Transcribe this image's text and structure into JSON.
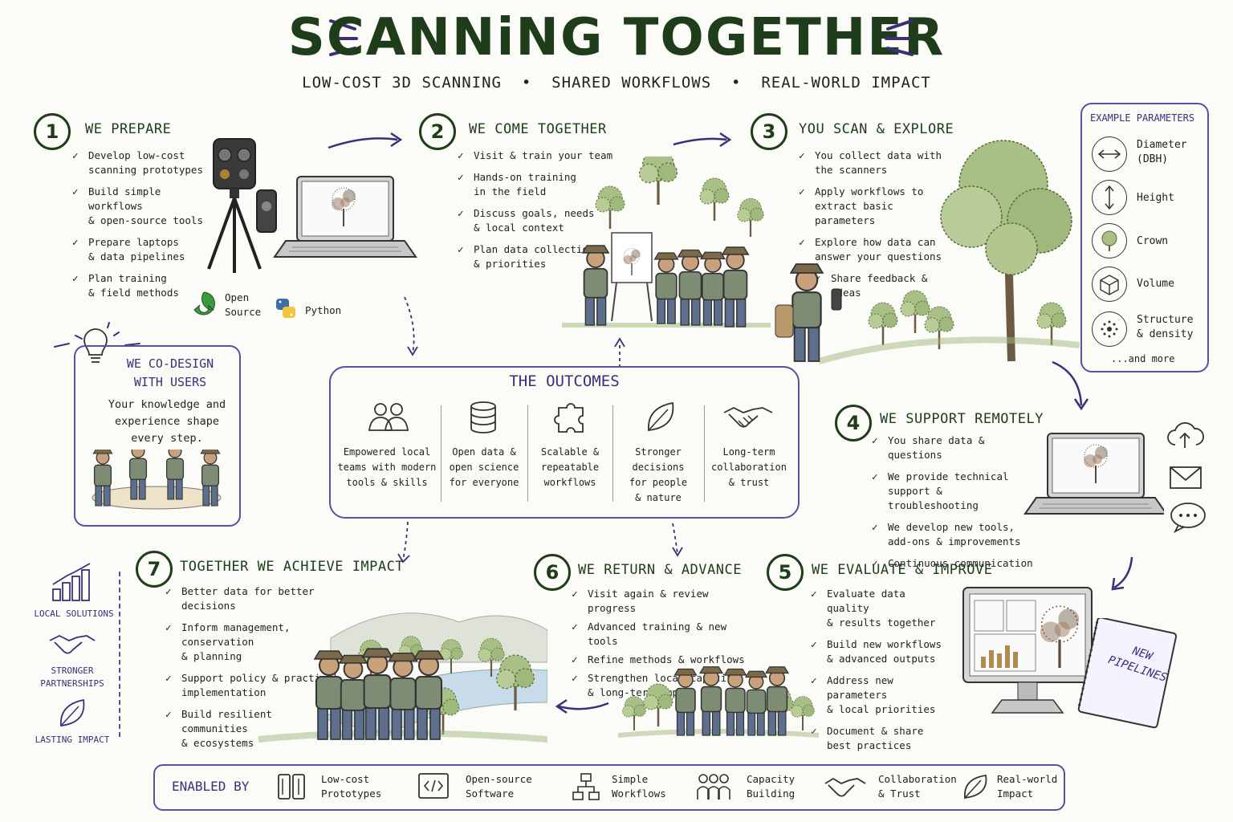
{
  "header": {
    "title": "SCANNiNG TOGETHER",
    "subtitle": "LOW-COST 3D SCANNING  •  SHARED WORKFLOWS  •  REAL-WORLD IMPACT"
  },
  "steps": [
    {
      "number": "1",
      "title": "WE PREPARE",
      "items": [
        "Develop low-cost\nscanning prototypes",
        "Build simple workflows\n& open-source tools",
        "Prepare laptops\n& data pipelines",
        "Plan training\n& field methods"
      ]
    },
    {
      "number": "2",
      "title": "WE COME TOGETHER",
      "items": [
        "Visit & train your team",
        "Hands-on training\nin the field",
        "Discuss goals, needs\n& local context",
        "Plan data collection\n& priorities"
      ]
    },
    {
      "number": "3",
      "title": "YOU SCAN & EXPLORE",
      "items": [
        "You collect data with\nthe scanners",
        "Apply workflows to\nextract basic parameters",
        "Explore how data can\nanswer your questions",
        "Share feedback & ideas"
      ]
    },
    {
      "number": "4",
      "title": "WE SUPPORT REMOTELY",
      "items": [
        "You share data & questions",
        "We provide technical\nsupport & troubleshooting",
        "We develop new tools,\nadd-ons & improvements",
        "Continuous communication"
      ]
    },
    {
      "number": "5",
      "title": "WE EVALUATE & IMPROVE",
      "items": [
        "Evaluate data quality\n& results together",
        "Build new workflows\n& advanced outputs",
        "Address new parameters\n& local priorities",
        "Document & share\nbest practices"
      ]
    },
    {
      "number": "6",
      "title": "WE RETURN & ADVANCE",
      "items": [
        "Visit again & review progress",
        "Advanced training & new tools",
        "Refine methods & workflows",
        "Strengthen local capacity\n& long-term impact"
      ]
    },
    {
      "number": "7",
      "title": "TOGETHER WE ACHIEVE IMPACT",
      "items": [
        "Better data for better decisions",
        "Inform management, conservation\n& planning",
        "Support policy & practical\nimplementation",
        "Build resilient communities\n& ecosystems"
      ]
    }
  ],
  "tools": {
    "open_source": "Open\nSource",
    "python": "Python"
  },
  "codesign": {
    "title": "WE CO-DESIGN\nWITH USERS",
    "text": "Your knowledge and\nexperience shape\nevery step."
  },
  "outcomes": {
    "title": "THE OUTCOMES",
    "items": [
      {
        "icon": "people-icon",
        "label": "Empowered local\nteams with modern\ntools & skills"
      },
      {
        "icon": "database-icon",
        "label": "Open data &\nopen science\nfor everyone"
      },
      {
        "icon": "puzzle-icon",
        "label": "Scalable &\nrepeatable\nworkflows"
      },
      {
        "icon": "leaf-icon",
        "label": "Stronger decisions\nfor people\n& nature"
      },
      {
        "icon": "handshake-icon",
        "label": "Long-term\ncollaboration\n& trust"
      }
    ]
  },
  "parameters": {
    "title": "EXAMPLE PARAMETERS",
    "items": [
      {
        "icon": "diameter-icon",
        "label": "Diameter\n(DBH)"
      },
      {
        "icon": "height-icon",
        "label": "Height"
      },
      {
        "icon": "crown-icon",
        "label": "Crown"
      },
      {
        "icon": "volume-icon",
        "label": "Volume"
      },
      {
        "icon": "structure-icon",
        "label": "Structure\n& density"
      }
    ],
    "more": "...and more"
  },
  "notebook": "NEW\nPIPELINES",
  "impact_side": [
    {
      "icon": "bar-chart-icon",
      "label": "LOCAL SOLUTIONS"
    },
    {
      "icon": "handshake-icon",
      "label": "STRONGER\nPARTNERSHIPS"
    },
    {
      "icon": "leaf-icon",
      "label": "LASTING IMPACT"
    }
  ],
  "enabled_by": {
    "label": "ENABLED BY",
    "items": [
      {
        "icon": "scanner-icon",
        "label": "Low-cost\nPrototypes"
      },
      {
        "icon": "code-icon",
        "label": "Open-source\nSoftware"
      },
      {
        "icon": "workflow-icon",
        "label": "Simple\nWorkflows"
      },
      {
        "icon": "people-group-icon",
        "label": "Capacity\nBuilding"
      },
      {
        "icon": "handshake-icon",
        "label": "Collaboration\n& Trust"
      },
      {
        "icon": "leaf-icon",
        "label": "Real-world\nImpact"
      }
    ]
  },
  "colors": {
    "title_green": "#1f3d1a",
    "accent_purple": "#5a4fa0",
    "tree_green": "#8aa56a"
  }
}
